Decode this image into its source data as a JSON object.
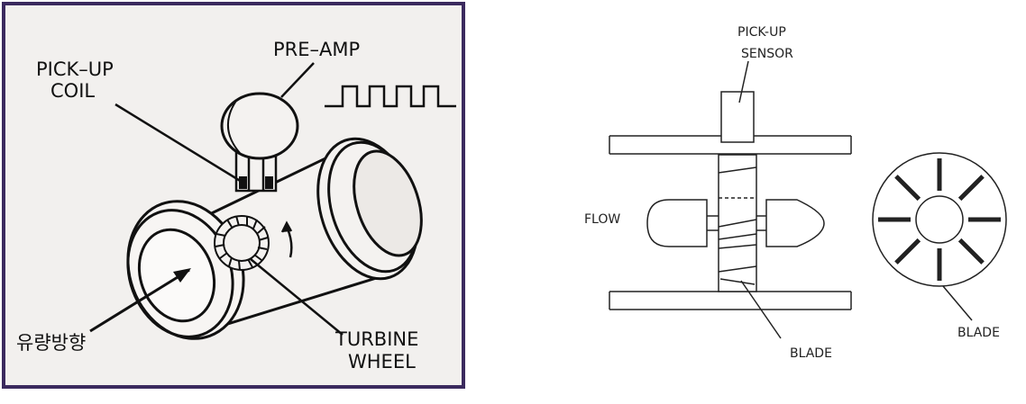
{
  "left_figure": {
    "labels": {
      "pickup_coil_line1": "PICK–UP",
      "pickup_coil_line2": "COIL",
      "pre_amp": "PRE–AMP",
      "flow_direction": "유량방향",
      "turbine_line1": "TURBINE",
      "turbine_line2": "WHEEL"
    },
    "colors": {
      "frame": "#3b2a5e",
      "background": "#f2f0ee",
      "ink": "#111111"
    }
  },
  "right_figure": {
    "labels": {
      "sensor_line1": "PICK-UP",
      "sensor_line2": "SENSOR",
      "flow": "FLOW",
      "blade_side": "BLADE",
      "blade_end": "BLADE"
    },
    "colors": {
      "ink": "#222222"
    }
  }
}
